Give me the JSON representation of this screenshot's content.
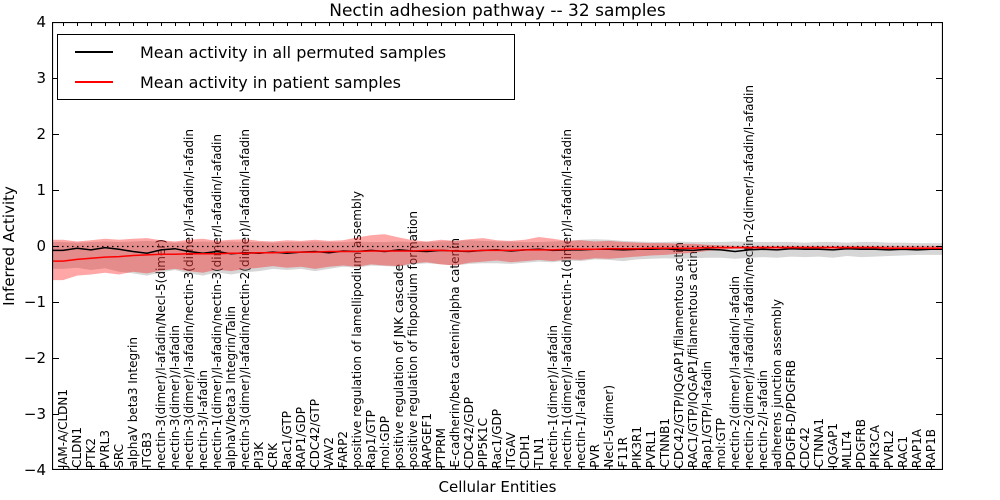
{
  "figure": {
    "title": "Nectin adhesion pathway -- 32 samples",
    "xlabel": "Cellular Entities",
    "ylabel": "Inferred Activity"
  },
  "chart_data": {
    "type": "line",
    "title": "Nectin adhesion pathway -- 32 samples",
    "xlabel": "Cellular Entities",
    "ylabel": "Inferred Activity",
    "ylim": [
      -4,
      4
    ],
    "ytick_labels": [
      "4",
      "3",
      "2",
      "1",
      "0",
      "−1",
      "−2",
      "−3",
      "−4"
    ],
    "grid": false,
    "legend_position": "upper left",
    "reference_lines": [
      {
        "y": 0,
        "style": "dotted",
        "color": "#000000"
      }
    ],
    "categories": [
      "JAM-A/CLDN1",
      "CLDN1",
      "PTK2",
      "PVRL3",
      "SRC",
      "alphaV beta3 Integrin",
      "ITGB3",
      "nectin-3(dimer)/l-afadin/Necl-5(dimer)",
      "nectin-3(dimer)/l-afadin",
      "nectin-3(dimer)/l-afadin/nectin-3(dimer)/l-afadin/l-afadin",
      "nectin-3/l-afadin",
      "nectin-1(dimer)/l-afadin/nectin-3(dimer/l-afadin/l-afadin",
      "alphaV/beta3 Integrin/Talin",
      "nectin-3(dimer)/l-afadin/nectin-2(dimer)/l-afadin/l-afadin",
      "PI3K",
      "CRK",
      "Rac1/GTP",
      "RAP1/GDP",
      "CDC42/GTP",
      "VAV2",
      "FARP2",
      "positive regulation of lamellipodium assembly",
      "Rap1/GTP",
      "mol:GDP",
      "positive regulation of JNK cascade",
      "positive regulation of filopodium formation",
      "RAPGEF1",
      "PTPRM",
      "E-cadherin/beta catenin/alpha catenin",
      "CDC42/GDP",
      "PIP5K1C",
      "Rac1/GDP",
      "ITGAV",
      "CDH1",
      "TLN1",
      "nectin-1(dimer)/l-afadin",
      "nectin-1(dimer)/l-afadin/nectin-1(dimer)/l-afadin/l-afadin",
      "nectin-1/l-afadin",
      "PVR",
      "Necl-5(dimer)",
      "F11R",
      "PIK3R1",
      "PVRL1",
      "CTNNB1",
      "CDC42/GTP/IQGAP1/filamentous actin",
      "RAC1/GTP/IQGAP1/filamentous actin",
      "Rap1/GTP/l-afadin",
      "mol:GTP",
      "nectin-2(dimer)/l-afadin/l-afadin",
      "nectin-2(dimer)/l-afadin/l-afadin/nectin-2(dimer/l-afadin/l-afadin",
      "nectin-2/l-afadin",
      "adherens junction assembly",
      "PDGFB-D/PDGFRB",
      "CDC42",
      "CTNNA1",
      "IQGAP1",
      "MLLT4",
      "PDGFRB",
      "PIK3CA",
      "PVRL2",
      "RAC1",
      "RAP1A",
      "RAP1B"
    ],
    "series": [
      {
        "name": "Mean activity in all permuted samples",
        "color": "#000000",
        "style": "solid",
        "values": [
          -0.07,
          -0.03,
          -0.06,
          -0.02,
          -0.05,
          -0.09,
          -0.12,
          -0.06,
          -0.04,
          -0.09,
          -0.12,
          -0.09,
          -0.13,
          -0.11,
          -0.12,
          -0.1,
          -0.12,
          -0.1,
          -0.09,
          -0.11,
          -0.08,
          -0.09,
          -0.07,
          -0.09,
          -0.06,
          -0.08,
          -0.09,
          -0.07,
          -0.08,
          -0.09,
          -0.07,
          -0.06,
          -0.08,
          -0.06,
          -0.05,
          -0.07,
          -0.06,
          -0.06,
          -0.05,
          -0.05,
          -0.06,
          -0.05,
          -0.05,
          -0.04,
          -0.06,
          -0.07,
          -0.05,
          -0.06,
          -0.09,
          -0.06,
          -0.05,
          -0.06,
          -0.04,
          -0.05,
          -0.05,
          -0.06,
          -0.04,
          -0.05,
          -0.05,
          -0.06,
          -0.05,
          -0.06,
          -0.05
        ]
      },
      {
        "name": "Mean activity in patient samples",
        "color": "#ff0000",
        "style": "solid",
        "values": [
          -0.26,
          -0.23,
          -0.21,
          -0.19,
          -0.18,
          -0.16,
          -0.15,
          -0.14,
          -0.14,
          -0.13,
          -0.13,
          -0.13,
          -0.12,
          -0.12,
          -0.11,
          -0.11,
          -0.1,
          -0.1,
          -0.1,
          -0.09,
          -0.09,
          -0.09,
          -0.08,
          -0.08,
          -0.08,
          -0.08,
          -0.07,
          -0.07,
          -0.08,
          -0.08,
          -0.07,
          -0.07,
          -0.07,
          -0.06,
          -0.06,
          -0.06,
          -0.05,
          -0.05,
          -0.05,
          -0.04,
          -0.04,
          -0.04,
          -0.03,
          -0.03,
          -0.03,
          -0.03,
          -0.02,
          -0.02,
          -0.02,
          -0.02,
          -0.02,
          -0.02,
          -0.02,
          -0.02,
          -0.02,
          -0.02,
          -0.02,
          -0.02,
          -0.02,
          -0.03,
          -0.03,
          -0.03,
          -0.03
        ]
      }
    ],
    "bands": [
      {
        "name": "permuted samples std band",
        "color": "#808080",
        "opacity": 0.32,
        "upper": [
          0.08,
          0.07,
          0.08,
          0.09,
          0.08,
          0.09,
          0.1,
          0.08,
          0.07,
          0.08,
          0.09,
          0.08,
          0.09,
          0.08,
          0.08,
          0.07,
          0.08,
          0.08,
          0.09,
          0.08,
          0.08,
          0.09,
          0.08,
          0.08,
          0.09,
          0.08,
          0.08,
          0.09,
          0.1,
          0.11,
          0.1,
          0.09,
          0.09,
          0.08,
          0.08,
          0.09,
          0.1,
          0.12,
          0.13,
          0.12,
          0.1,
          0.09,
          0.08,
          0.08,
          0.09,
          0.08,
          0.08,
          0.08,
          0.09,
          0.08,
          0.08,
          0.08,
          0.08,
          0.07,
          0.08,
          0.08,
          0.07,
          0.08,
          0.08,
          0.07,
          0.07,
          0.06,
          0.06
        ],
        "lower": [
          -0.4,
          -0.38,
          -0.42,
          -0.39,
          -0.45,
          -0.48,
          -0.52,
          -0.46,
          -0.42,
          -0.48,
          -0.52,
          -0.46,
          -0.5,
          -0.46,
          -0.44,
          -0.4,
          -0.42,
          -0.4,
          -0.44,
          -0.4,
          -0.36,
          -0.38,
          -0.34,
          -0.35,
          -0.36,
          -0.32,
          -0.3,
          -0.32,
          -0.34,
          -0.31,
          -0.3,
          -0.3,
          -0.31,
          -0.29,
          -0.27,
          -0.28,
          -0.25,
          -0.26,
          -0.23,
          -0.24,
          -0.26,
          -0.23,
          -0.22,
          -0.21,
          -0.22,
          -0.21,
          -0.2,
          -0.2,
          -0.22,
          -0.2,
          -0.19,
          -0.2,
          -0.18,
          -0.19,
          -0.18,
          -0.2,
          -0.17,
          -0.19,
          -0.18,
          -0.17,
          -0.16,
          -0.15,
          -0.15
        ]
      },
      {
        "name": "patient samples std band",
        "color": "#ff0000",
        "opacity": 0.35,
        "upper": [
          0.12,
          0.09,
          0.11,
          0.14,
          0.12,
          0.14,
          0.15,
          0.11,
          0.09,
          0.12,
          0.14,
          0.1,
          0.12,
          0.13,
          0.1,
          0.09,
          0.11,
          0.1,
          0.12,
          0.1,
          0.11,
          0.16,
          0.2,
          0.22,
          0.16,
          0.11,
          0.09,
          0.12,
          0.1,
          0.13,
          0.15,
          0.11,
          0.1,
          0.12,
          0.17,
          0.14,
          0.1,
          0.11,
          0.09,
          0.1,
          0.08,
          0.07,
          0.06,
          0.06,
          0.05,
          0.05,
          0.03,
          0.02,
          0.01,
          0.01,
          0.01,
          0.01,
          0.01,
          0.01,
          0.01,
          0.01,
          0.01,
          0.01,
          0.01,
          0.01,
          0.01,
          0.01,
          0.01
        ],
        "lower": [
          -0.6,
          -0.52,
          -0.5,
          -0.47,
          -0.5,
          -0.45,
          -0.48,
          -0.43,
          -0.4,
          -0.44,
          -0.47,
          -0.41,
          -0.44,
          -0.4,
          -0.38,
          -0.35,
          -0.38,
          -0.36,
          -0.4,
          -0.36,
          -0.34,
          -0.36,
          -0.32,
          -0.34,
          -0.35,
          -0.3,
          -0.28,
          -0.32,
          -0.34,
          -0.29,
          -0.27,
          -0.25,
          -0.28,
          -0.26,
          -0.24,
          -0.26,
          -0.23,
          -0.24,
          -0.21,
          -0.22,
          -0.2,
          -0.18,
          -0.16,
          -0.15,
          -0.13,
          -0.11,
          -0.08,
          -0.06,
          -0.04,
          -0.04,
          -0.04,
          -0.04,
          -0.04,
          -0.04,
          -0.04,
          -0.04,
          -0.04,
          -0.04,
          -0.04,
          -0.05,
          -0.05,
          -0.05,
          -0.05
        ]
      }
    ]
  }
}
